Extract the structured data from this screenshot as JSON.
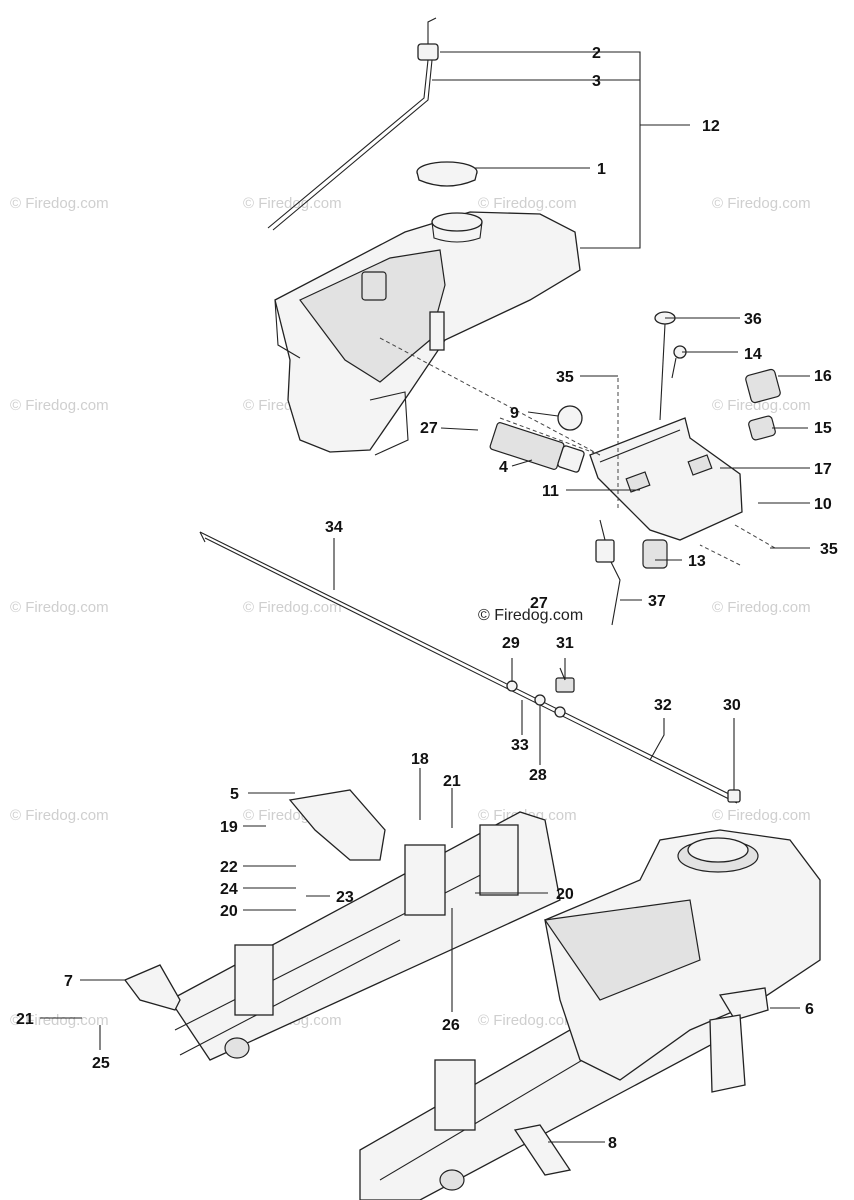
{
  "watermark": "© Firedog.com",
  "watermark_center": "© Firedog.com",
  "callouts": {
    "n2": "2",
    "n3": "3",
    "n12": "12",
    "n1": "1",
    "n36": "36",
    "n14": "14",
    "n35a": "35",
    "n16": "16",
    "n9": "9",
    "n27a": "27",
    "n15": "15",
    "n4": "4",
    "n17": "17",
    "n11": "11",
    "n10": "10",
    "n35b": "35",
    "n34": "34",
    "n13": "13",
    "n27b": "27",
    "n37": "37",
    "n29": "29",
    "n31": "31",
    "n32": "32",
    "n30": "30",
    "n33": "33",
    "n28": "28",
    "n18": "18",
    "n5": "5",
    "n21a": "21",
    "n19": "19",
    "n22": "22",
    "n24": "24",
    "n23": "23",
    "n20a": "20",
    "n20b": "20",
    "n7": "7",
    "n21b": "21",
    "n25": "25",
    "n26": "26",
    "n6": "6",
    "n8": "8"
  }
}
